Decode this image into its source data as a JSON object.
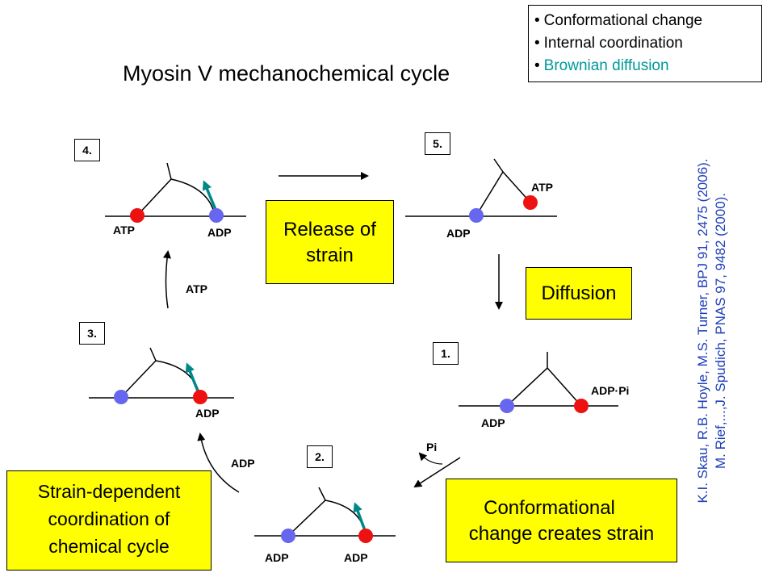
{
  "title": "Myosin V mechanochemical cycle",
  "legend": {
    "items": [
      {
        "text": "Conformational change",
        "color": "#000000"
      },
      {
        "text": "Internal coordination",
        "color": "#000000"
      },
      {
        "text": "Brownian diffusion",
        "color": "#009999"
      }
    ]
  },
  "boxes": {
    "release": {
      "line1": "Release of",
      "line2": "strain"
    },
    "diffusion": {
      "line1": "Diffusion"
    },
    "conformational": {
      "line1": "Conformational",
      "line2": "change creates strain"
    },
    "strain_dependent": {
      "line1": "Strain-dependent",
      "line2": "coordination of",
      "line3": "chemical cycle"
    }
  },
  "steps": {
    "s1": "1.",
    "s2": "2.",
    "s3": "3.",
    "s4": "4.",
    "s5": "5."
  },
  "labels": {
    "s4_left": "ATP",
    "s4_right": "ADP",
    "s5_left": "ADP",
    "s5_right": "ATP",
    "s3_right": "ADP",
    "s1_left": "ADP",
    "s1_right": "ADP·Pi",
    "s2_left": "ADP",
    "s2_right": "ADP",
    "arrow_atp": "ATP",
    "arrow_adp": "ADP",
    "arrow_pi": "Pi"
  },
  "refs": {
    "line1": "K.I. Skau, R.B. Hoyle, M.S. Turner, BPJ 91, 2475 (2006).",
    "line2": "M. Rief,...,J. Spudich, PNAS 97, 9482 (2000)."
  },
  "colors": {
    "red_head": "#ee1111",
    "blue_head": "#6666ee",
    "teal_arrow": "#008888",
    "box_fill": "#ffff00",
    "refs_text": "#1f3fb8"
  }
}
